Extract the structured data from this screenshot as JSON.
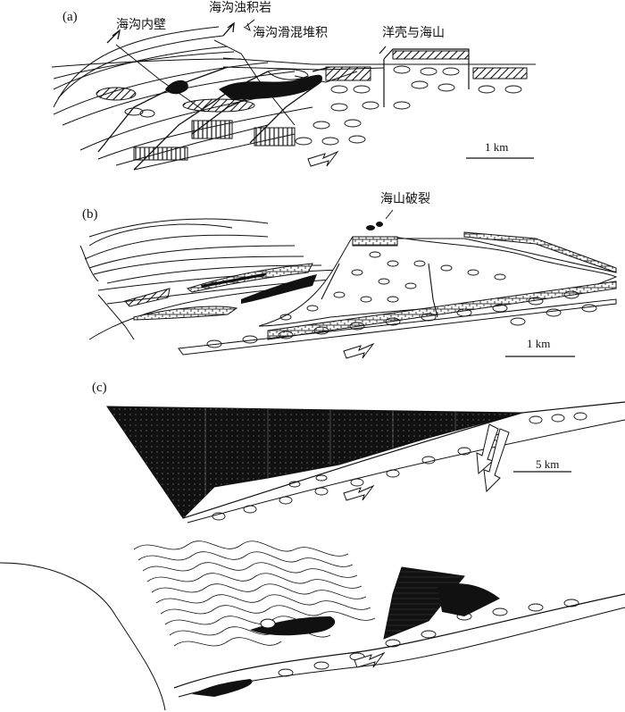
{
  "panels": {
    "a": {
      "id": "(a)",
      "labels": {
        "inner_wall": "海沟内壁",
        "turbidite": "海沟浊积岩",
        "olistostrome": "海沟滑混堆积",
        "crust_seamount": "洋壳与海山"
      },
      "scale": "1 km"
    },
    "b": {
      "id": "(b)",
      "labels": {
        "seamount_breakup": "海山破裂"
      },
      "scale": "1 km"
    },
    "c": {
      "id": "(c)",
      "scale": "5 km"
    }
  },
  "colors": {
    "ink": "#111111",
    "paper": "#ffffff"
  },
  "icons": [
    "convergence-arrow",
    "thrust-arrow",
    "fault-tick"
  ]
}
